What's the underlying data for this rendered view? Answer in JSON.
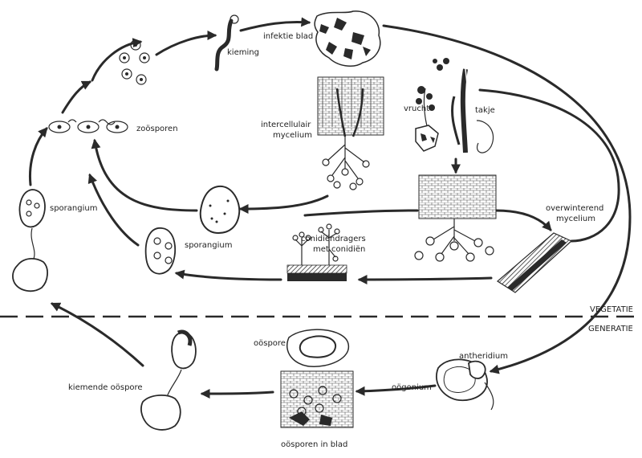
{
  "labels": {
    "kieming": "kieming",
    "infektie_blad": "infektie blad",
    "vrucht": "vrucht",
    "takje": "takje",
    "zoosporen": "zoösporen",
    "intercellulair_1": "intercellulair",
    "intercellulair_2": "mycelium",
    "sporangium_left": "sporangium",
    "sporangium_center": "sporangium",
    "conidien_1": "conidiëndragers",
    "conidien_2": "met conidiën",
    "overwinterend_1": "overwinterend",
    "overwinterend_2": "mycelium",
    "vegetatie": "VEGETATIE",
    "generatie": "GENERATIE",
    "oospore": "oöspore",
    "antheridium": "antheridium",
    "oogonium": "oögonium",
    "kiemende_oospore": "kiemende oöspore",
    "oosporen_in_blad": "oösporen in blad"
  },
  "colors": {
    "ink": "#2a2a2a",
    "background": "#ffffff"
  }
}
